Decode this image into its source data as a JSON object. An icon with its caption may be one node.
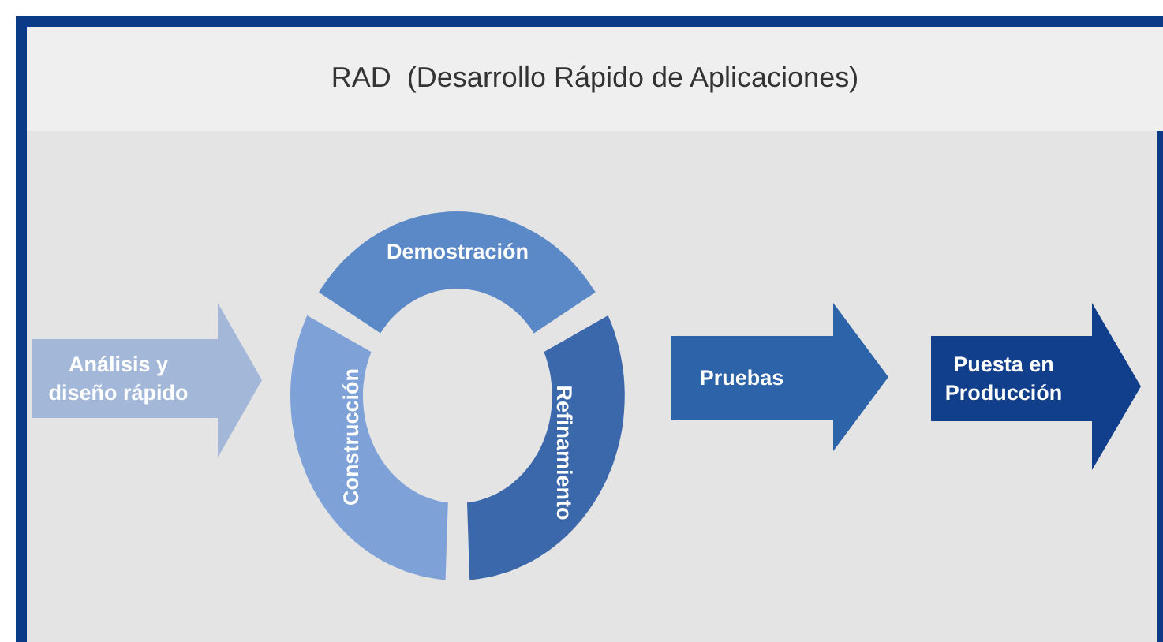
{
  "diagram": {
    "title": "RAD  (Desarrollo Rápido de Aplicaciones)",
    "nodes": [
      {
        "text": [
          "Análisis y diseño rápido"
        ]
      },
      {
        "text": [
          "Demostración"
        ]
      },
      {
        "text": [
          "Refinamiento"
        ]
      },
      {
        "text": [
          "Construcción"
        ]
      },
      {
        "text": [
          "Pruebas"
        ]
      },
      {
        "text": [
          "Puesta en Producción"
        ]
      }
    ],
    "edges": []
  }
}
